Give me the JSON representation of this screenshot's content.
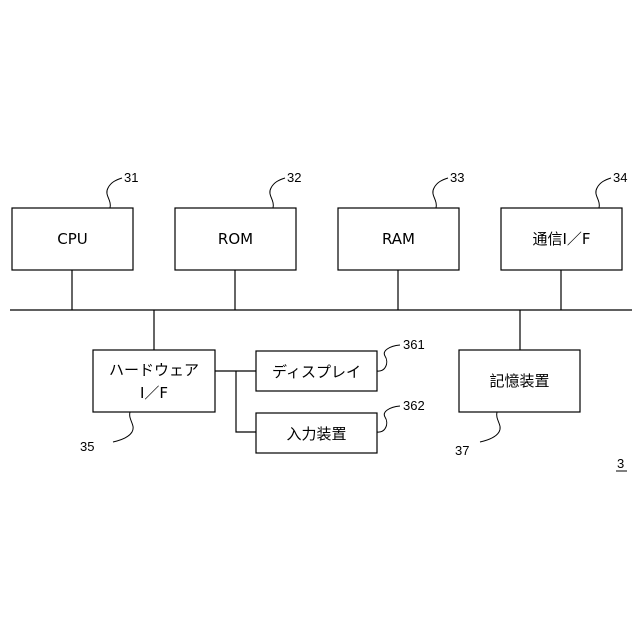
{
  "blocks": {
    "cpu": {
      "label": "CPU",
      "ref": "31"
    },
    "rom": {
      "label": "ROM",
      "ref": "32"
    },
    "ram": {
      "label": "RAM",
      "ref": "33"
    },
    "comm_if": {
      "label": "通信I／F",
      "ref": "34"
    },
    "hw_if": {
      "label_line1": "ハードウェア",
      "label_line2": "I／F",
      "ref": "35"
    },
    "display": {
      "label": "ディスプレイ",
      "ref": "361"
    },
    "input": {
      "label": "入力装置",
      "ref": "362"
    },
    "storage": {
      "label": "記憶装置",
      "ref": "37"
    }
  },
  "figure_ref": "3"
}
